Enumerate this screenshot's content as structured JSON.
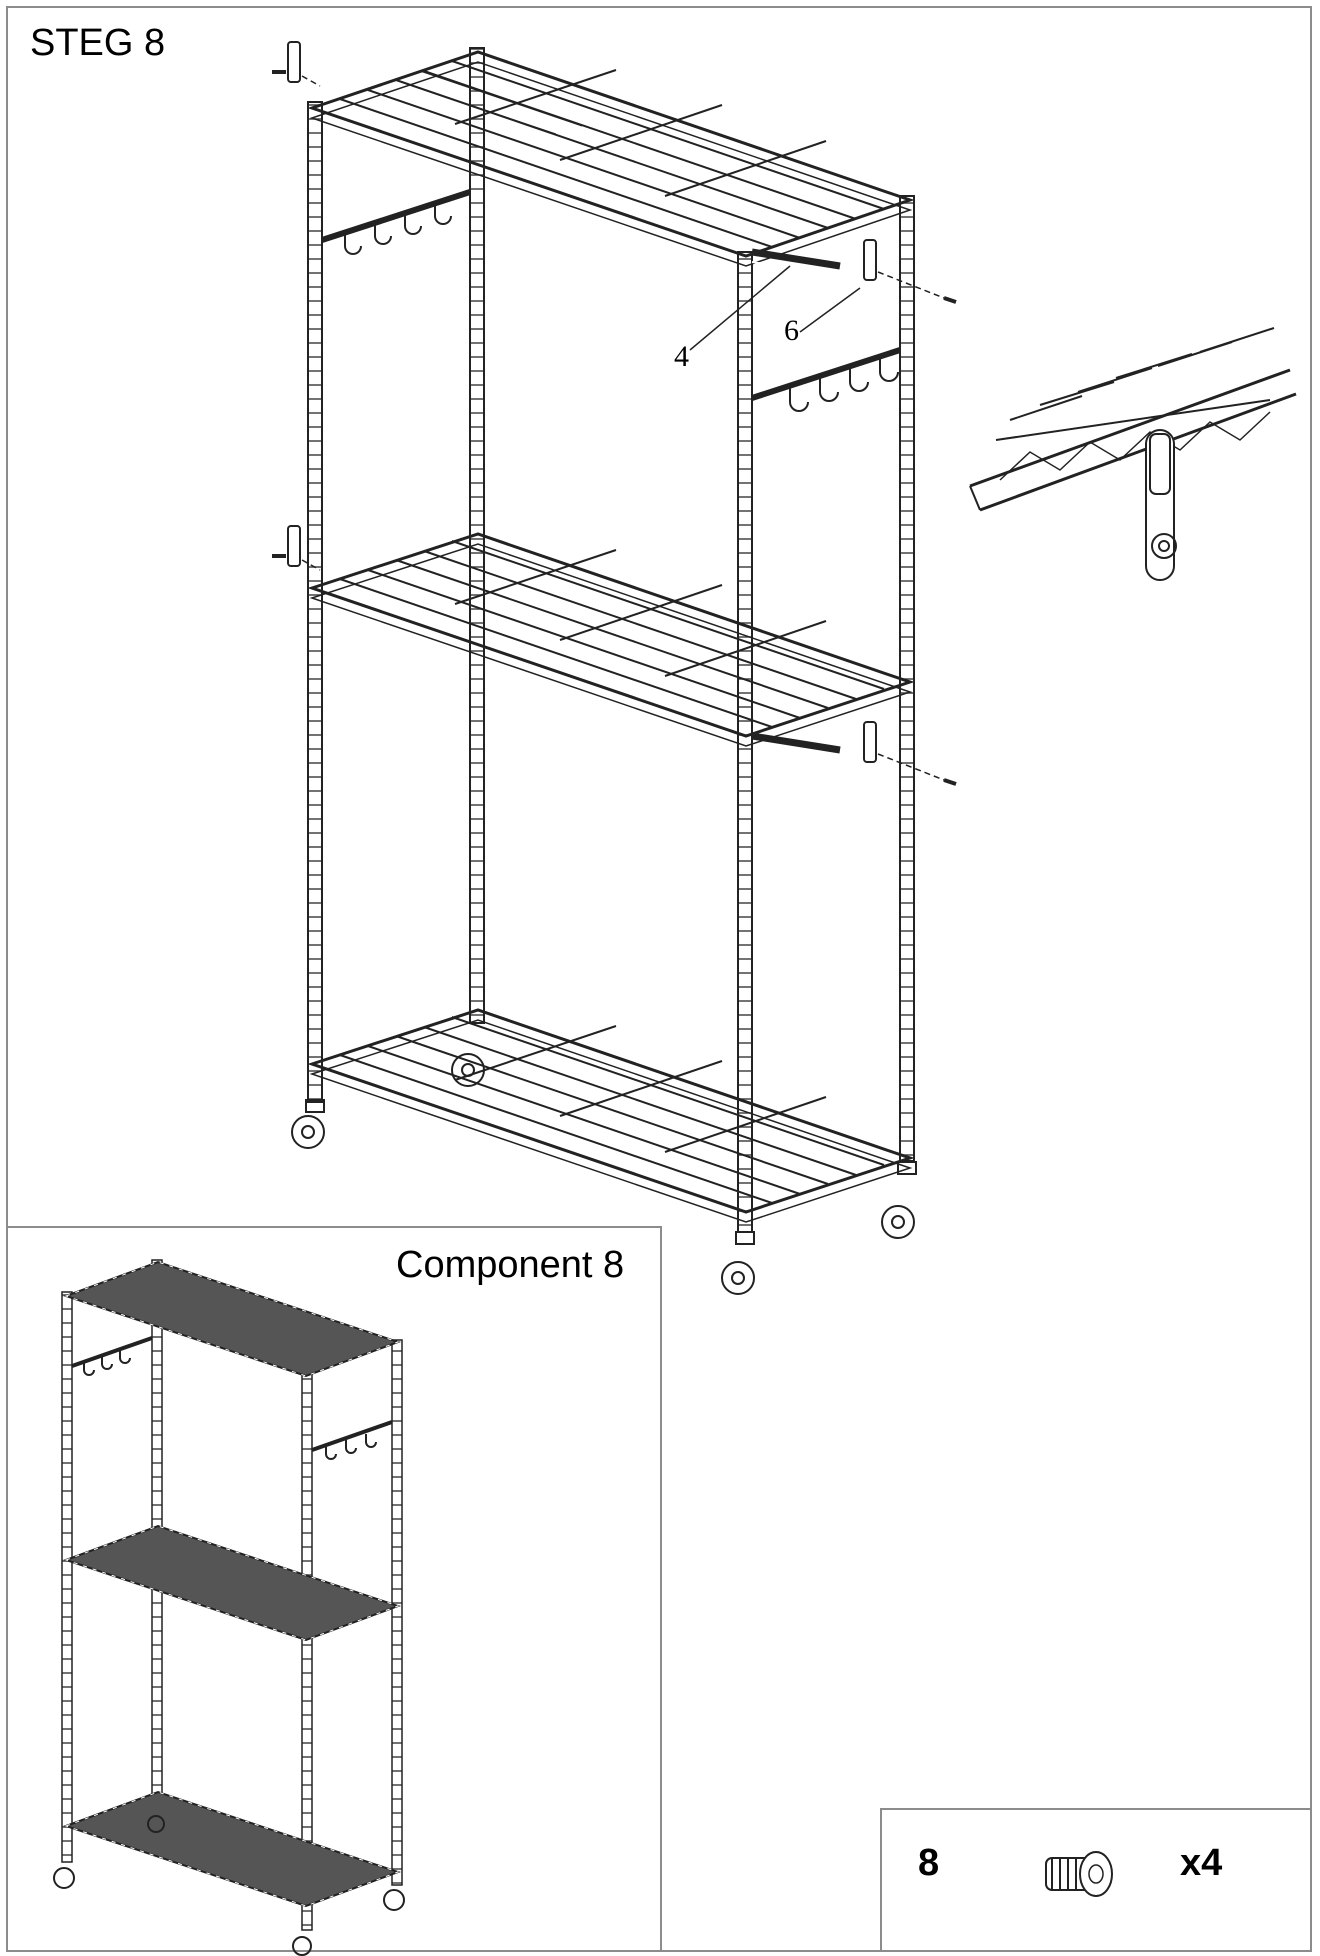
{
  "step": {
    "title": "STEG  8"
  },
  "callouts": [
    {
      "label": "4"
    },
    {
      "label": "6"
    }
  ],
  "component": {
    "label": "Component 8"
  },
  "parts": {
    "number": "8",
    "quantity": "x4",
    "icon": "screw-icon"
  }
}
